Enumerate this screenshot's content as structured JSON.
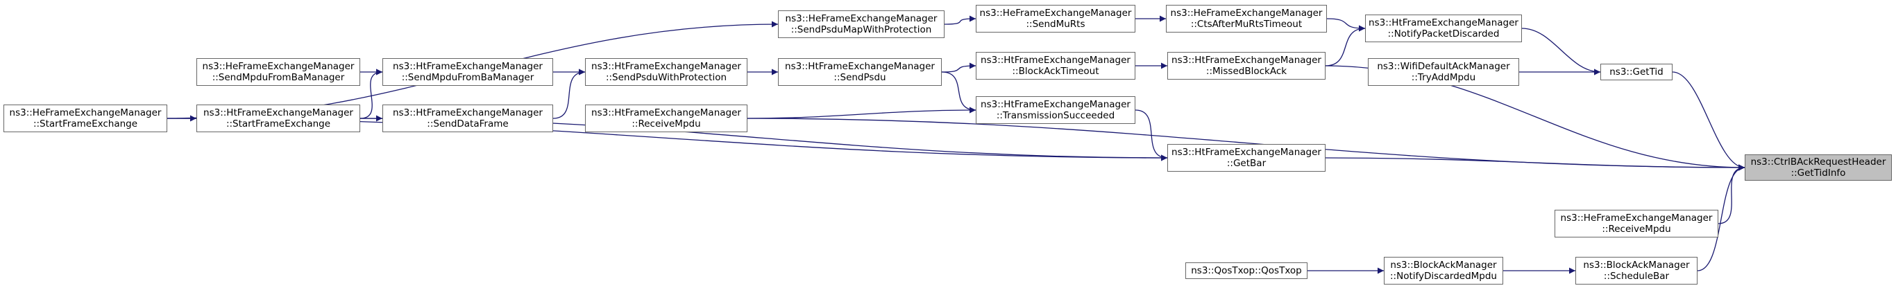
{
  "graph": {
    "target": "n_gettidinfo",
    "colors": {
      "edge": "#191970",
      "node_border": "#666666",
      "node_fill": "#ffffff",
      "root_fill": "#bfbfbf"
    },
    "nodes": [
      {
        "id": "n_gettidinfo",
        "l1": "ns3::CtrlBAckRequestHeader",
        "l2": "::GetTidInfo"
      },
      {
        "id": "n_gettid",
        "l1": "ns3::GetTid",
        "l2": ""
      },
      {
        "id": "n_notifypkt",
        "l1": "ns3::HtFrameExchangeManager",
        "l2": "::NotifyPacketDiscarded"
      },
      {
        "id": "n_trytadd",
        "l1": "ns3::WifiDefaultAckManager",
        "l2": "::TryAddMpdu"
      },
      {
        "id": "n_ctsafter",
        "l1": "ns3::HeFrameExchangeManager",
        "l2": "::CtsAfterMuRtsTimeout"
      },
      {
        "id": "n_missedba",
        "l1": "ns3::HtFrameExchangeManager",
        "l2": "::MissedBlockAck"
      },
      {
        "id": "n_sendmurts",
        "l1": "ns3::HeFrameExchangeManager",
        "l2": "::SendMuRts"
      },
      {
        "id": "n_blockackto",
        "l1": "ns3::HtFrameExchangeManager",
        "l2": "::BlockAckTimeout"
      },
      {
        "id": "n_txsucc",
        "l1": "ns3::HtFrameExchangeManager",
        "l2": "::TransmissionSucceeded"
      },
      {
        "id": "n_getbar",
        "l1": "ns3::HtFrameExchangeManager",
        "l2": "::GetBar"
      },
      {
        "id": "n_he_recv",
        "l1": "ns3::HeFrameExchangeManager",
        "l2": "::ReceiveMpdu"
      },
      {
        "id": "n_schedbar",
        "l1": "ns3::BlockAckManager",
        "l2": "::ScheduleBar"
      },
      {
        "id": "n_notifydisc",
        "l1": "ns3::BlockAckManager",
        "l2": "::NotifyDiscardedMpdu"
      },
      {
        "id": "n_qostxop",
        "l1": "ns3::QosTxop::QosTxop",
        "l2": ""
      },
      {
        "id": "n_sendpsdumap",
        "l1": "ns3::HeFrameExchangeManager",
        "l2": "::SendPsduMapWithProtection"
      },
      {
        "id": "n_sendpsdu",
        "l1": "ns3::HtFrameExchangeManager",
        "l2": "::SendPsdu"
      },
      {
        "id": "n_ht_recv",
        "l1": "ns3::HtFrameExchangeManager",
        "l2": "::ReceiveMpdu"
      },
      {
        "id": "n_sendpsduwp",
        "l1": "ns3::HtFrameExchangeManager",
        "l2": "::SendPsduWithProtection"
      },
      {
        "id": "n_ht_sendmpdu",
        "l1": "ns3::HtFrameExchangeManager",
        "l2": "::SendMpduFromBaManager"
      },
      {
        "id": "n_senddata",
        "l1": "ns3::HtFrameExchangeManager",
        "l2": "::SendDataFrame"
      },
      {
        "id": "n_he_sendmpdu",
        "l1": "ns3::HeFrameExchangeManager",
        "l2": "::SendMpduFromBaManager"
      },
      {
        "id": "n_ht_start",
        "l1": "ns3::HtFrameExchangeManager",
        "l2": "::StartFrameExchange"
      },
      {
        "id": "n_he_start",
        "l1": "ns3::HeFrameExchangeManager",
        "l2": "::StartFrameExchange"
      }
    ],
    "edges": [
      [
        "n_gettid",
        "n_gettidinfo"
      ],
      [
        "n_missedba",
        "n_gettidinfo"
      ],
      [
        "n_ht_recv",
        "n_gettidinfo"
      ],
      [
        "n_getbar",
        "n_gettidinfo"
      ],
      [
        "n_he_recv",
        "n_gettidinfo"
      ],
      [
        "n_schedbar",
        "n_gettidinfo"
      ],
      [
        "n_notifypkt",
        "n_gettid"
      ],
      [
        "n_trytadd",
        "n_gettid"
      ],
      [
        "n_ctsafter",
        "n_notifypkt"
      ],
      [
        "n_missedba",
        "n_notifypkt"
      ],
      [
        "n_sendmurts",
        "n_ctsafter"
      ],
      [
        "n_blockackto",
        "n_missedba"
      ],
      [
        "n_sendpsdumap",
        "n_sendmurts"
      ],
      [
        "n_sendpsdu",
        "n_blockackto"
      ],
      [
        "n_sendpsdu",
        "n_txsucc"
      ],
      [
        "n_ht_recv",
        "n_txsucc"
      ],
      [
        "n_txsucc",
        "n_getbar"
      ],
      [
        "n_ht_start",
        "n_getbar"
      ],
      [
        "n_he_start",
        "n_getbar"
      ],
      [
        "n_notifydisc",
        "n_schedbar"
      ],
      [
        "n_qostxop",
        "n_notifydisc"
      ],
      [
        "n_he_start",
        "n_sendpsdumap"
      ],
      [
        "n_sendpsduwp",
        "n_sendpsdu"
      ],
      [
        "n_ht_sendmpdu",
        "n_sendpsduwp"
      ],
      [
        "n_senddata",
        "n_sendpsduwp"
      ],
      [
        "n_he_sendmpdu",
        "n_ht_sendmpdu"
      ],
      [
        "n_ht_start",
        "n_ht_sendmpdu"
      ],
      [
        "n_ht_start",
        "n_senddata"
      ],
      [
        "n_he_start",
        "n_ht_start"
      ]
    ]
  }
}
